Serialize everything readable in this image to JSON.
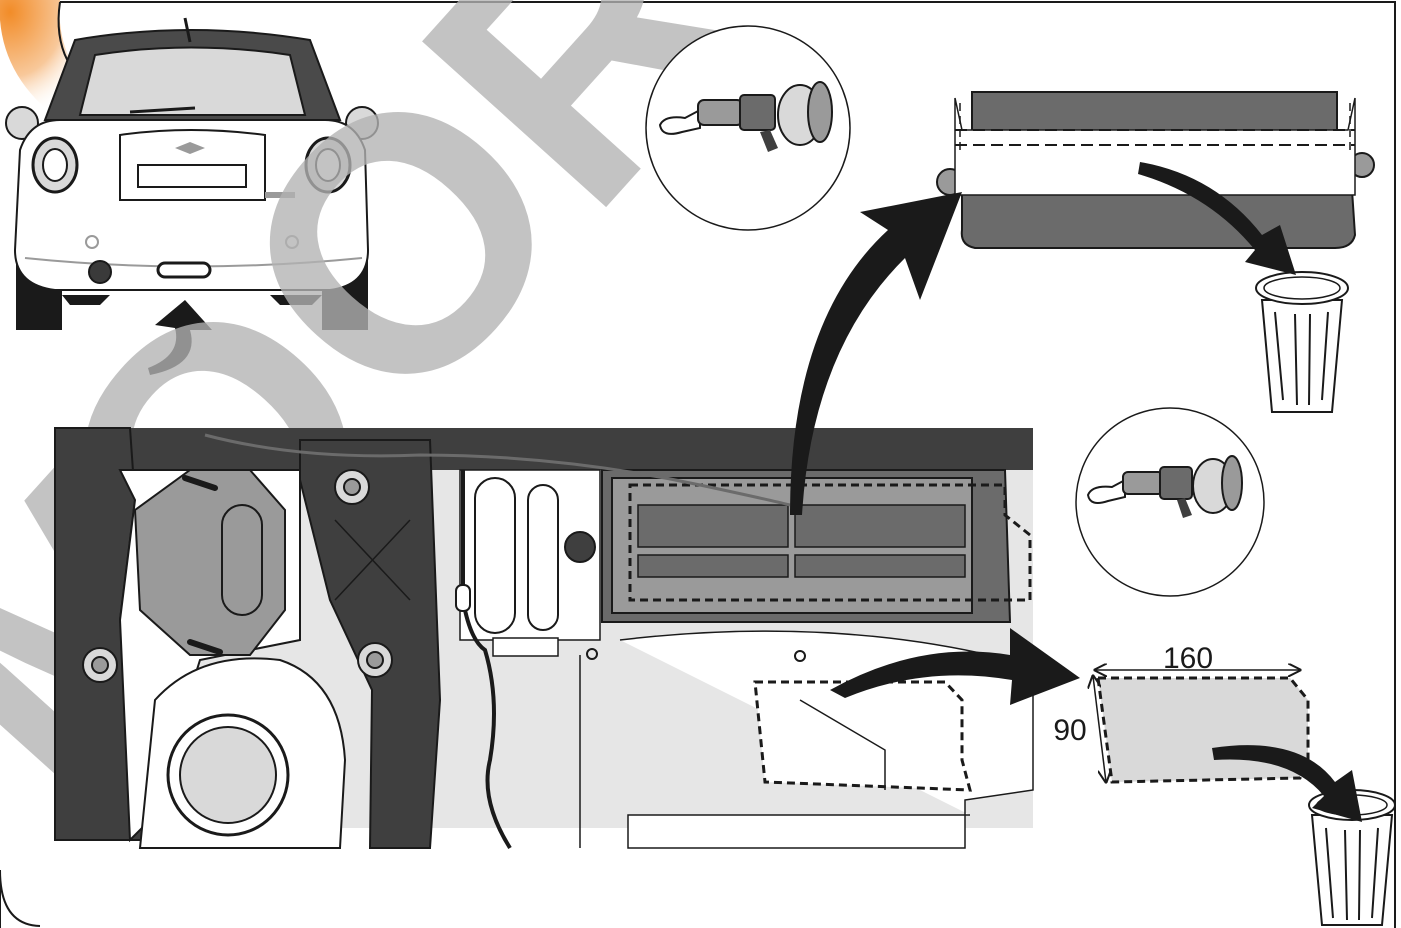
{
  "watermark": {
    "letters": [
      "M",
      "O",
      "O",
      "R"
    ],
    "color": "#b3b3b3"
  },
  "dimensions": {
    "width_label": "160",
    "height_label": "90"
  },
  "colors": {
    "accent_orange": "#f28c28",
    "panel_dark": "#3f3f3f",
    "panel_mid": "#6b6b6b",
    "panel_light": "#d9d9d9",
    "background_grey": "#e6e6e6",
    "outline": "#1a1a1a"
  },
  "icons": {
    "car": "car-rear-icon",
    "grinder": "angle-grinder-icon",
    "bin": "trash-bin-icon",
    "arrow": "curved-arrow-icon"
  }
}
